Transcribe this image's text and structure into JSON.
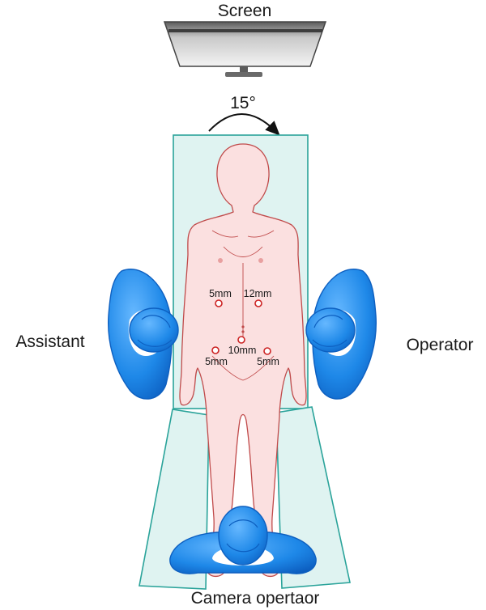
{
  "labels": {
    "screen": "Screen",
    "angle": "15°",
    "assistant": "Assistant",
    "operator": "Operator",
    "camera_operator": "Camera opertaor"
  },
  "ports": [
    {
      "id": "port-left-upper",
      "label": "5mm"
    },
    {
      "id": "port-right-upper",
      "label": "12mm"
    },
    {
      "id": "port-umbilical",
      "label": "10mm"
    },
    {
      "id": "port-left-lower",
      "label": "5mm"
    },
    {
      "id": "port-right-lower",
      "label": "5mm"
    }
  ],
  "colors": {
    "table_fill": "#dff3f1",
    "table_stroke": "#2aa39a",
    "skin_fill": "#fbe0e0",
    "skin_stroke": "#c04a4a",
    "staff_blue": "#1e88e8",
    "staff_blue_dark": "#0d5fc0",
    "port_ring": "#cc2222",
    "monitor_gray": "#9a9a9a"
  }
}
